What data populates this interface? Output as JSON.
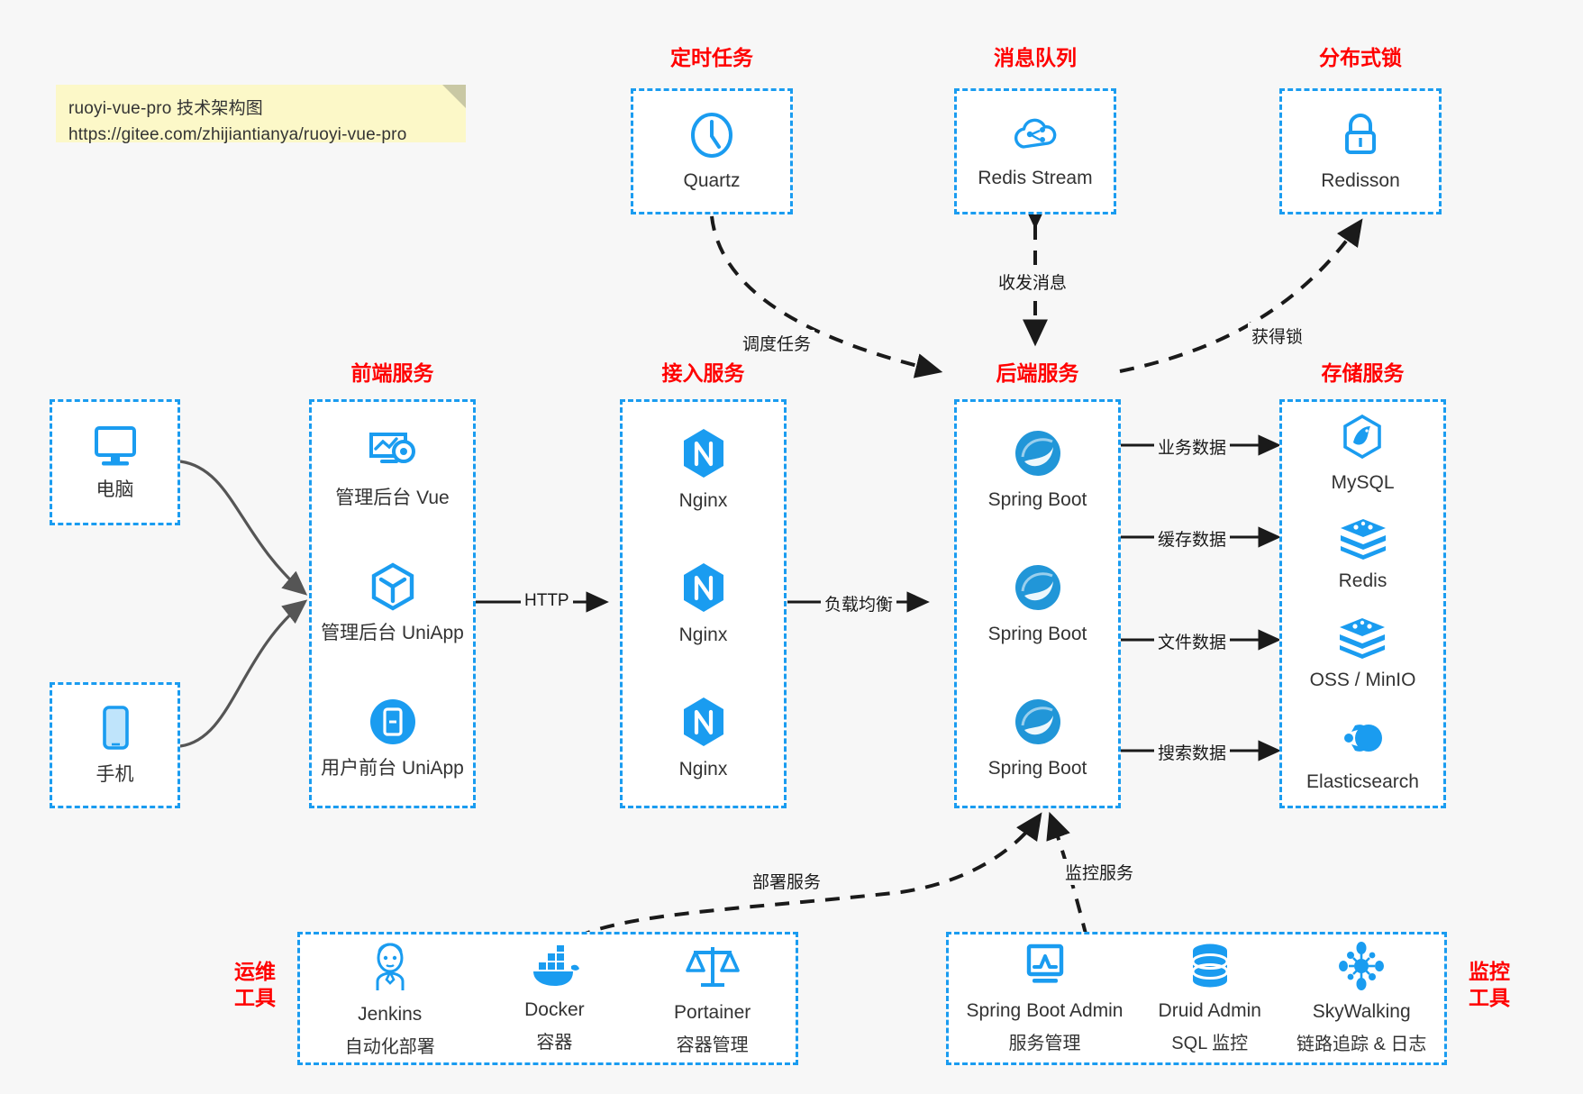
{
  "note": {
    "line1": "ruoyi-vue-pro 技术架构图",
    "line2": "https://gitee.com/zhijiantianya/ruoyi-vue-pro"
  },
  "colors": {
    "accent_blue": "#1a9cf0",
    "title_red": "#ff0000",
    "note_bg": "#fcf8c8",
    "canvas_bg": "#f7f7f7",
    "arrow_gray": "#555555"
  },
  "groups": {
    "scheduler": {
      "title": "定时任务",
      "nodes": [
        {
          "label": "Quartz",
          "icon": "clock-icon"
        }
      ]
    },
    "mq": {
      "title": "消息队列",
      "nodes": [
        {
          "label": "Redis Stream",
          "icon": "cloud-stream-icon"
        }
      ]
    },
    "lock": {
      "title": "分布式锁",
      "nodes": [
        {
          "label": "Redisson",
          "icon": "lock-icon"
        }
      ]
    },
    "clients": {
      "nodes": [
        {
          "label": "电脑",
          "icon": "monitor-icon"
        },
        {
          "label": "手机",
          "icon": "phone-icon"
        }
      ]
    },
    "frontend": {
      "title": "前端服务",
      "nodes": [
        {
          "label": "管理后台 Vue",
          "icon": "dashboard-icon"
        },
        {
          "label": "管理后台 UniApp",
          "icon": "cube-icon"
        },
        {
          "label": "用户前台 UniApp",
          "icon": "app-icon"
        }
      ]
    },
    "gateway": {
      "title": "接入服务",
      "nodes": [
        {
          "label": "Nginx",
          "icon": "nginx-icon"
        },
        {
          "label": "Nginx",
          "icon": "nginx-icon"
        },
        {
          "label": "Nginx",
          "icon": "nginx-icon"
        }
      ]
    },
    "backend": {
      "title": "后端服务",
      "nodes": [
        {
          "label": "Spring Boot",
          "icon": "spring-icon"
        },
        {
          "label": "Spring Boot",
          "icon": "spring-icon"
        },
        {
          "label": "Spring Boot",
          "icon": "spring-icon"
        }
      ]
    },
    "storage": {
      "title": "存储服务",
      "nodes": [
        {
          "label": "MySQL",
          "icon": "mysql-icon"
        },
        {
          "label": "Redis",
          "icon": "redis-icon"
        },
        {
          "label": "OSS / MinIO",
          "icon": "oss-icon"
        },
        {
          "label": "Elasticsearch",
          "icon": "elasticsearch-icon"
        }
      ]
    },
    "devops": {
      "title_line1": "运维",
      "title_line2": "工具",
      "nodes": [
        {
          "label": "Jenkins",
          "sub": "自动化部署",
          "icon": "jenkins-icon"
        },
        {
          "label": "Docker",
          "sub": "容器",
          "icon": "docker-icon"
        },
        {
          "label": "Portainer",
          "sub": "容器管理",
          "icon": "scales-icon"
        }
      ]
    },
    "monitor": {
      "title_line1": "监控",
      "title_line2": "工具",
      "nodes": [
        {
          "label": "Spring Boot Admin",
          "sub": "服务管理",
          "icon": "monitor-chart-icon"
        },
        {
          "label": "Druid Admin",
          "sub": "SQL 监控",
          "icon": "database-icon"
        },
        {
          "label": "SkyWalking",
          "sub": "链路追踪 & 日志",
          "icon": "skywalking-icon"
        }
      ]
    }
  },
  "edges": [
    {
      "id": "http",
      "label": "HTTP"
    },
    {
      "id": "lb",
      "label": "负载均衡"
    },
    {
      "id": "schedule",
      "label": "调度任务"
    },
    {
      "id": "messages",
      "label": "收发消息"
    },
    {
      "id": "acquirelock",
      "label": "获得锁"
    },
    {
      "id": "bizdata",
      "label": "业务数据"
    },
    {
      "id": "cachedata",
      "label": "缓存数据"
    },
    {
      "id": "filedata",
      "label": "文件数据"
    },
    {
      "id": "searchdata",
      "label": "搜索数据"
    },
    {
      "id": "deploy",
      "label": "部署服务"
    },
    {
      "id": "monitorsvc",
      "label": "监控服务"
    }
  ]
}
